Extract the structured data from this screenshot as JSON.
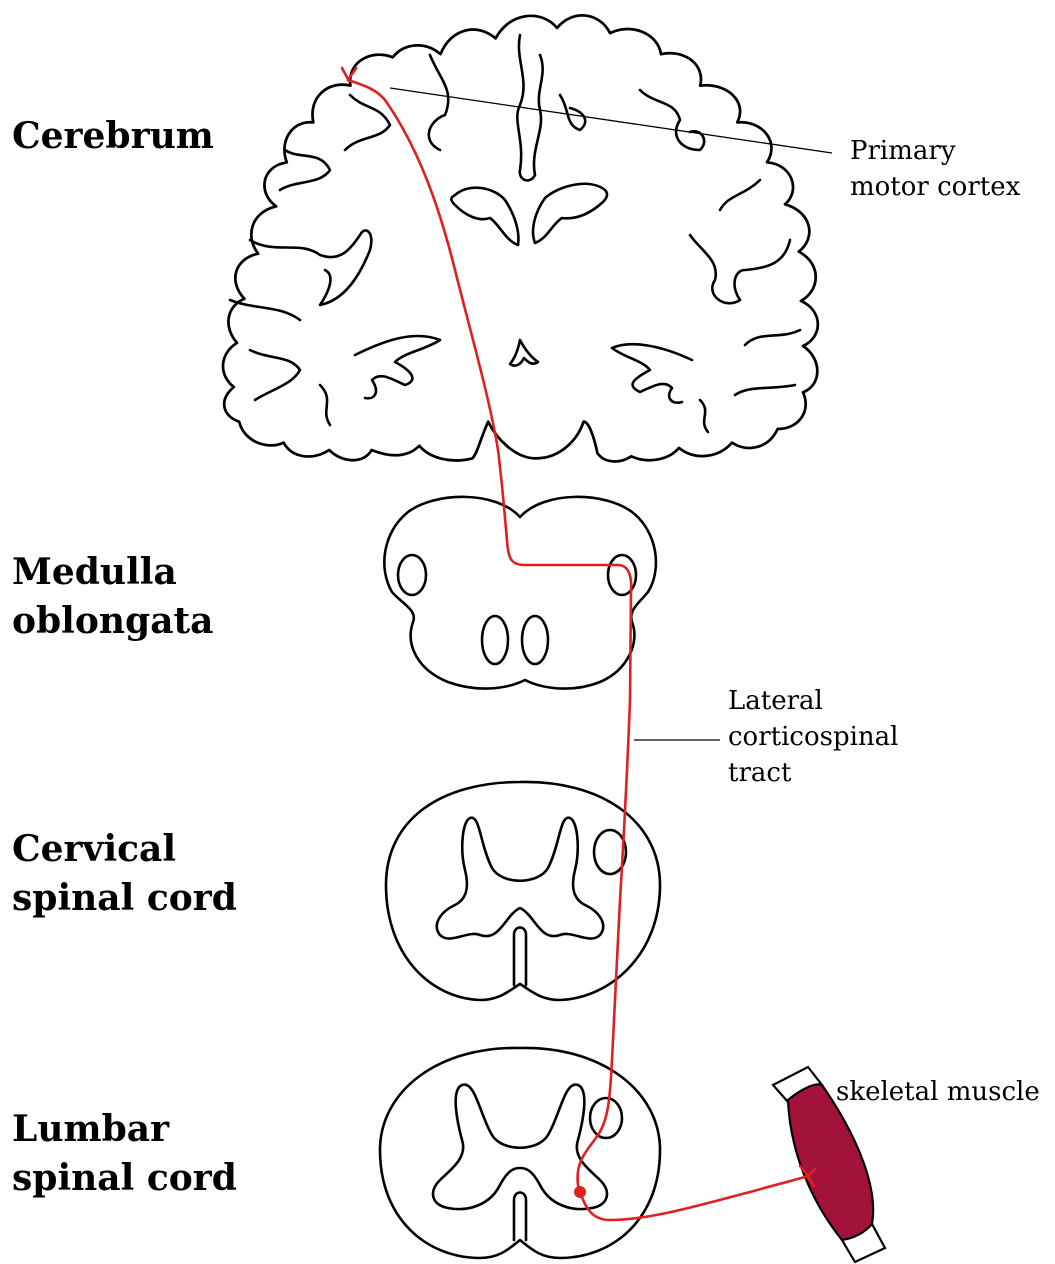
{
  "levels": [
    {
      "key": "cerebrum",
      "lines": [
        "Cerebrum"
      ]
    },
    {
      "key": "medulla",
      "lines": [
        "Medulla",
        "oblongata"
      ]
    },
    {
      "key": "cervical",
      "lines": [
        "Cervical",
        "spinal cord"
      ]
    },
    {
      "key": "lumbar",
      "lines": [
        "Lumbar",
        "spinal cord"
      ]
    }
  ],
  "annotations": {
    "motor_cortex": [
      "Primary",
      "motor cortex"
    ],
    "lateral_tract": [
      "Lateral",
      "corticospinal",
      "tract"
    ],
    "muscle": [
      "skeletal muscle"
    ]
  },
  "colors": {
    "tract": "#e0201f",
    "muscle": "#a3123a",
    "outline": "#000000"
  }
}
